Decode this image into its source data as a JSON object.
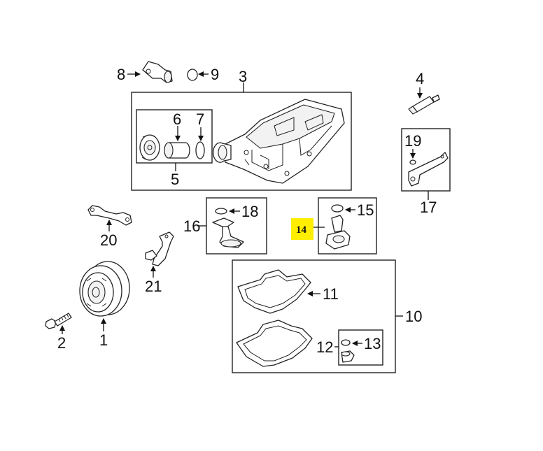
{
  "diagram": {
    "callouts": {
      "c1": "1",
      "c2": "2",
      "c3": "3",
      "c4": "4",
      "c5": "5",
      "c6": "6",
      "c7": "7",
      "c8": "8",
      "c9": "9",
      "c10": "10",
      "c11": "11",
      "c12": "12",
      "c13": "13",
      "c14": "14",
      "c15": "15",
      "c16": "16",
      "c17": "17",
      "c18": "18",
      "c19": "19",
      "c20": "20",
      "c21": "21"
    },
    "highlight": {
      "callout": "14",
      "color": "#ffee00"
    },
    "icons": [
      "crankshaft-pulley-icon",
      "pulley-bolt-icon",
      "oil-pan-icon",
      "sealant-tube-icon",
      "oil-filter-assembly-icon",
      "filter-element-icon",
      "o-ring-icon",
      "thermostat-housing-icon",
      "gasket-set-icon",
      "oil-pan-gasket-icon",
      "drain-plug-icon",
      "oil-level-sensor-icon",
      "oil-pickup-tube-icon",
      "bracket-icon",
      "oil-tube-icon"
    ]
  }
}
